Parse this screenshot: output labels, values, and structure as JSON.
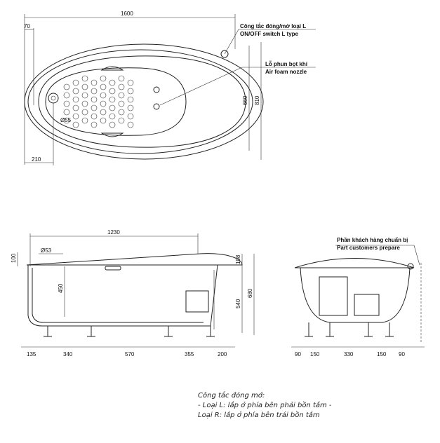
{
  "top_view": {
    "dims": {
      "length": "1600",
      "offset_left": "70",
      "drain_offset": "210",
      "drain_diameter": "Ø55",
      "inner_width": "660",
      "outer_width": "810"
    },
    "labels": {
      "switch_vi": "Công tắc đóng/mở loại L",
      "switch_en": "ON/OFF switch L type",
      "nozzle_vi": "Lỗ phun bọt khí",
      "nozzle_en": "Air foam nozzle"
    }
  },
  "side_view": {
    "dims": {
      "inner_length": "1230",
      "drain_diameter": "Ø53",
      "rim": "100",
      "depth": "450",
      "top": "108",
      "body_height": "540",
      "total_height": "680",
      "bottom": [
        "135",
        "340",
        "570",
        "355",
        "200"
      ]
    }
  },
  "end_view": {
    "label_vi": "Phần khách hàng chuẩn bị",
    "label_en": "Part customers prepare",
    "bottom": [
      "90",
      "150",
      "330",
      "150",
      "90"
    ]
  },
  "note": {
    "title": "Công tắc đóng mở:",
    "line1": "- Loại L: lắp ở phía bên phải bồn tắm -",
    "line2": "Loại R: lắp ở phía bên trái bồn tắm"
  }
}
